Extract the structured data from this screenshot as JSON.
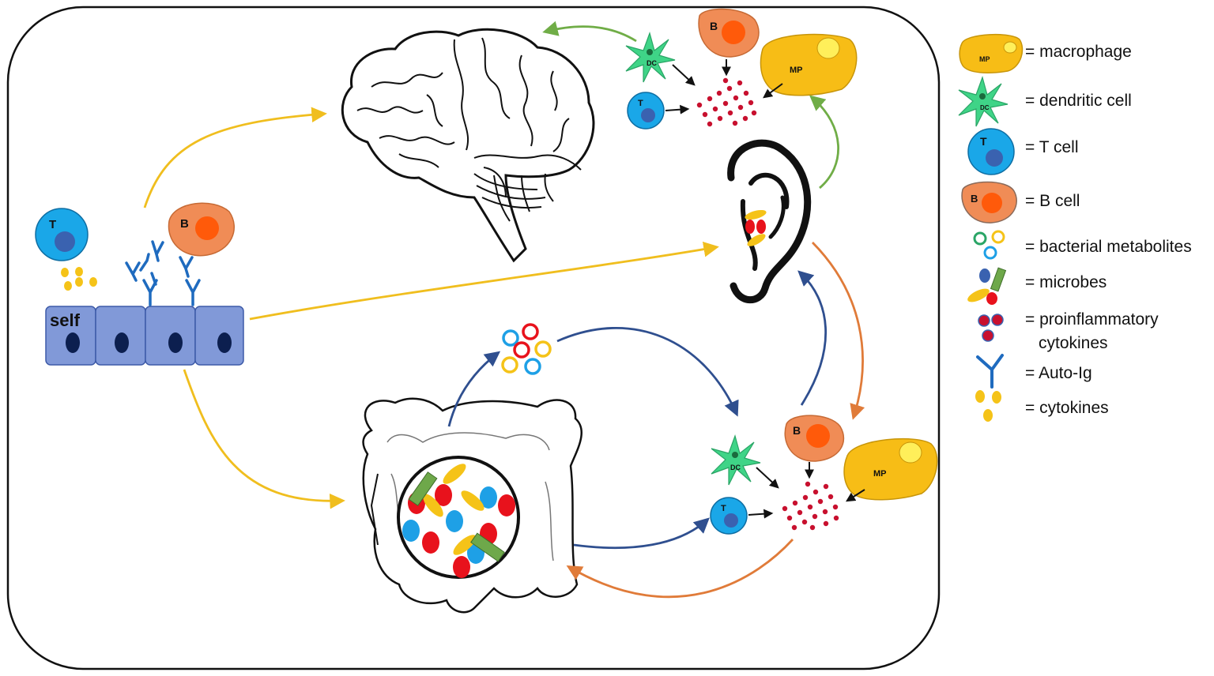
{
  "diagram": {
    "self_label": "self",
    "cells": {
      "t_letter": "T",
      "b_letter": "B",
      "dc_letter": "DC",
      "mp_letter": "MP"
    },
    "colors": {
      "t_cell": "#1aa7e8",
      "t_nucleus": "#3a62b0",
      "b_cell": "#f08c56",
      "b_nucleus": "#ff5a0a",
      "macrophage": "#f7bd16",
      "mp_nucleus": "#ffef5a",
      "dendritic": "#3fd487",
      "epithelium": "#8199d8",
      "antibody": "#1f6bbf",
      "cytokine": "#f5c318",
      "proinflammatory": "#c8102e",
      "arrow_yellow": "#f0be1e",
      "arrow_green": "#70ad47",
      "arrow_blue": "#2f4f8f",
      "arrow_orange": "#e07b39"
    }
  },
  "legend": [
    {
      "icon": "macrophage-icon",
      "text": "= macrophage"
    },
    {
      "icon": "dendritic-cell-icon",
      "text": "= dendritic cell"
    },
    {
      "icon": "t-cell-icon",
      "text": "= T cell"
    },
    {
      "icon": "b-cell-icon",
      "text": "= B cell"
    },
    {
      "icon": "bacterial-metabolites-icon",
      "text": "= bacterial metabolites"
    },
    {
      "icon": "microbes-icon",
      "text": "= microbes"
    },
    {
      "icon": "proinflammatory-cytokines-icon",
      "text": "= proinflammatory",
      "text2": "cytokines"
    },
    {
      "icon": "auto-ig-icon",
      "text": "= Auto-Ig"
    },
    {
      "icon": "cytokines-icon",
      "text": "= cytokines"
    }
  ]
}
